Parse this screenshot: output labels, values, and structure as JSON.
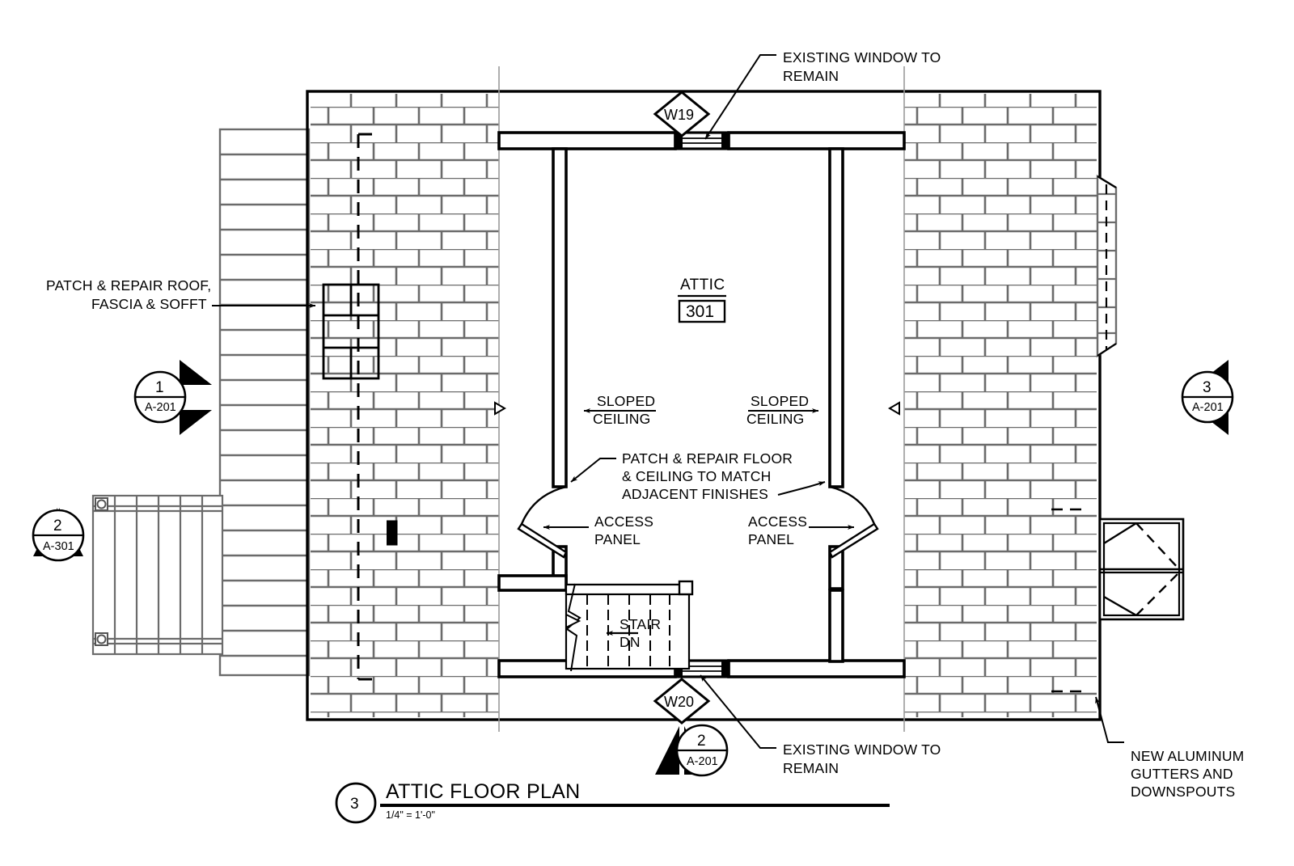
{
  "drawing": {
    "title": "ATTIC FLOOR PLAN",
    "title_number": "3",
    "scale": "1/4\" = 1'-0\""
  },
  "room": {
    "name": "ATTIC",
    "number": "301"
  },
  "window_tags": [
    {
      "id": "W19"
    },
    {
      "id": "W20"
    }
  ],
  "section_markers": [
    {
      "number": "1",
      "sheet": "A-201"
    },
    {
      "number": "2",
      "sheet": "A-301"
    },
    {
      "number": "3",
      "sheet": "A-201"
    },
    {
      "number": "2",
      "sheet": "A-201"
    }
  ],
  "annotations": {
    "existing_window_top": [
      "EXISTING WINDOW TO",
      "REMAIN"
    ],
    "existing_window_bottom": [
      "EXISTING WINDOW TO",
      "REMAIN"
    ],
    "patch_roof": [
      "PATCH & REPAIR ROOF,",
      "FASCIA & SOFFT"
    ],
    "patch_floor": [
      "PATCH & REPAIR FLOOR",
      "& CEILING TO MATCH",
      "ADJACENT FINISHES"
    ],
    "access_panel_left": [
      "ACCESS",
      "PANEL"
    ],
    "access_panel_right": [
      "ACCESS",
      "PANEL"
    ],
    "sloped_ceiling_left": [
      "SLOPED",
      "CEILING"
    ],
    "sloped_ceiling_right": [
      "SLOPED",
      "CEILING"
    ],
    "stair": [
      "STAIR",
      "DN"
    ],
    "gutters": [
      "NEW ALUMINUM",
      "GUTTERS AND",
      "DOWNSPOUTS"
    ]
  },
  "colors": {
    "line": "#000000",
    "hatch": "#6b6b6b",
    "background": "#ffffff"
  }
}
